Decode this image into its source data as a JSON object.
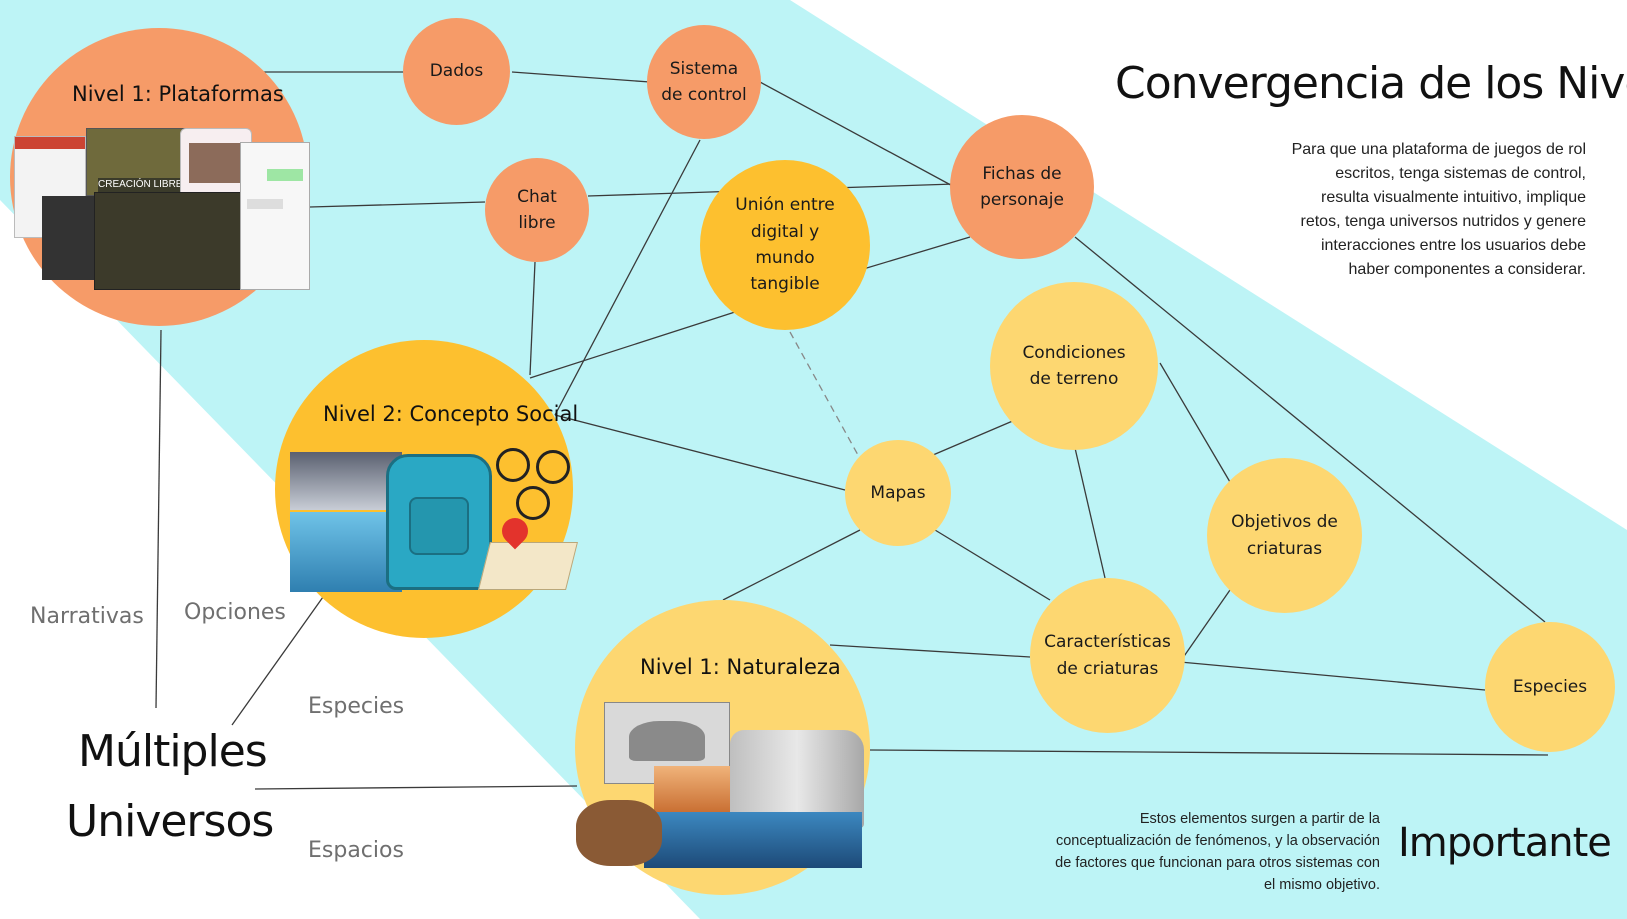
{
  "title": "Convergencia de los Niveles",
  "description": "Para que una plataforma de juegos de rol escritos, tenga sistemas de control, resulta visualmente intuitivo, implique retos, tenga universos nutridos y genere interacciones entre los usuarios debe haber componentes a considerar.",
  "important": {
    "heading": "Importante",
    "text": "Estos elementos surgen a partir de la conceptualización de fenómenos, y la observación de factores que funcionan para otros sistemas con el mismo objetivo."
  },
  "levels": {
    "plataformas": "Nivel 1: Plataformas",
    "social": "Nivel 2: Concepto Social",
    "naturaleza": "Nivel 1: Naturaleza"
  },
  "nodes": {
    "dados": "Dados",
    "sistema": [
      "Sistema",
      "de control"
    ],
    "chat": [
      "Chat",
      "libre"
    ],
    "union": [
      "Unión entre",
      "digital y",
      "mundo",
      "tangible"
    ],
    "fichas": [
      "Fichas de",
      "personaje"
    ],
    "condiciones": [
      "Condiciones",
      "de terreno"
    ],
    "mapas": "Mapas",
    "objetivos": [
      "Objetivos de",
      "criaturas"
    ],
    "caracteristicas": [
      "Características",
      "de criaturas"
    ],
    "especies": "Especies"
  },
  "left_labels": {
    "narrativas": "Narrativas",
    "opciones": "Opciones",
    "especies": "Especies",
    "espacios": "Espacios"
  },
  "multiverse": [
    "Múltiples",
    "Universos"
  ],
  "collage_texts": {
    "creacion_libre": "CREACIÓN LIBRE"
  },
  "colors": {
    "cyan_band": "#bdf4f6",
    "salmon": "#f69b68",
    "gold": "#fdc02f",
    "pale_gold": "#fdd771",
    "line": "#333333"
  }
}
